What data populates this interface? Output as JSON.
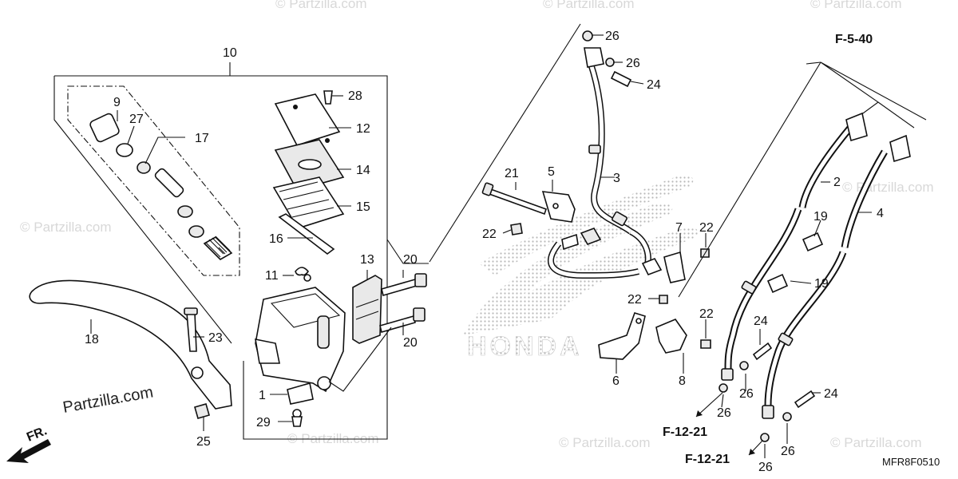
{
  "diagram": {
    "code": "MFR8F0510",
    "watermarks": [
      "© Partzilla.com",
      "© Partzilla.com",
      "© Partzilla.com",
      "© Partzilla.com",
      "© Partzilla.com",
      "© Partzilla.com",
      "© Partzilla.com",
      "© Partzilla.com"
    ],
    "brand": "Partzilla.com",
    "background_logo": "HONDA",
    "fr_arrow": "FR.",
    "refs": {
      "f540": "F-5-40",
      "f1221a": "F-12-21",
      "f1221b": "F-12-21"
    },
    "callouts": [
      {
        "id": "c10",
        "text": "10"
      },
      {
        "id": "c9",
        "text": "9"
      },
      {
        "id": "c27",
        "text": "27"
      },
      {
        "id": "c17",
        "text": "17"
      },
      {
        "id": "c28",
        "text": "28"
      },
      {
        "id": "c12",
        "text": "12"
      },
      {
        "id": "c14",
        "text": "14"
      },
      {
        "id": "c15",
        "text": "15"
      },
      {
        "id": "c16",
        "text": "16"
      },
      {
        "id": "c13",
        "text": "13"
      },
      {
        "id": "c11",
        "text": "11"
      },
      {
        "id": "c20a",
        "text": "20"
      },
      {
        "id": "c20b",
        "text": "20"
      },
      {
        "id": "c18",
        "text": "18"
      },
      {
        "id": "c23",
        "text": "23"
      },
      {
        "id": "c1",
        "text": "1"
      },
      {
        "id": "c29",
        "text": "29"
      },
      {
        "id": "c25",
        "text": "25"
      },
      {
        "id": "c26a",
        "text": "26"
      },
      {
        "id": "c26b",
        "text": "26"
      },
      {
        "id": "c24a",
        "text": "24"
      },
      {
        "id": "c3",
        "text": "3"
      },
      {
        "id": "c21",
        "text": "21"
      },
      {
        "id": "c5",
        "text": "5"
      },
      {
        "id": "c22a",
        "text": "22"
      },
      {
        "id": "c7",
        "text": "7"
      },
      {
        "id": "c22b",
        "text": "22"
      },
      {
        "id": "c22c",
        "text": "22"
      },
      {
        "id": "c22d",
        "text": "22"
      },
      {
        "id": "c6",
        "text": "6"
      },
      {
        "id": "c8",
        "text": "8"
      },
      {
        "id": "c2",
        "text": "2"
      },
      {
        "id": "c4",
        "text": "4"
      },
      {
        "id": "c19a",
        "text": "19"
      },
      {
        "id": "c19b",
        "text": "19"
      },
      {
        "id": "c24b",
        "text": "24"
      },
      {
        "id": "c24c",
        "text": "24"
      },
      {
        "id": "c26c",
        "text": "26"
      },
      {
        "id": "c26d",
        "text": "26"
      },
      {
        "id": "c26e",
        "text": "26"
      },
      {
        "id": "c26f",
        "text": "26"
      }
    ]
  }
}
